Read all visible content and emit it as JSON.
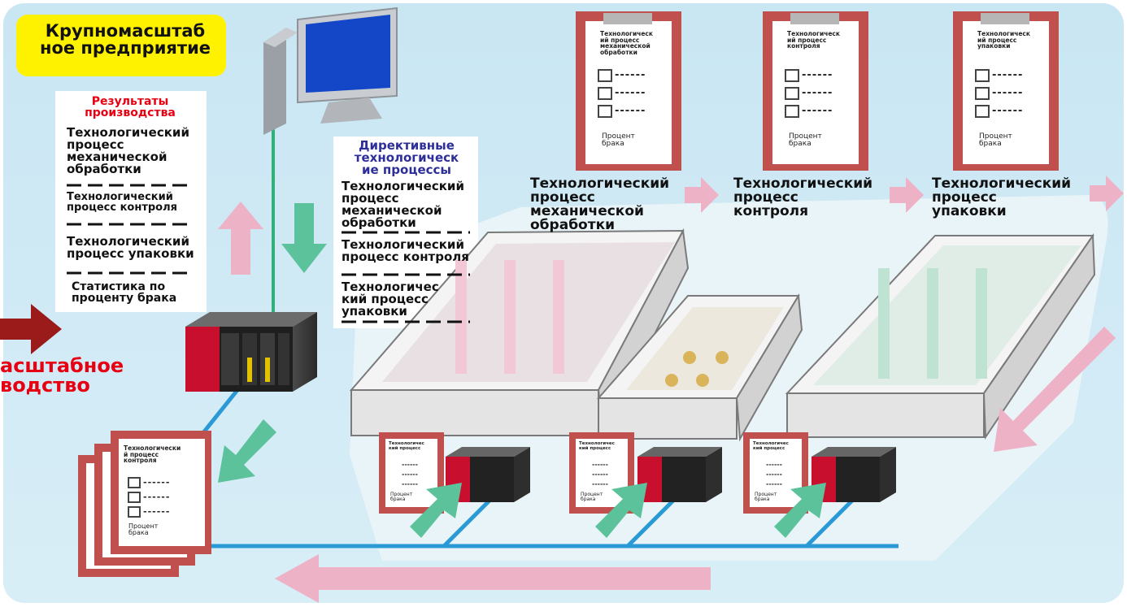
{
  "title": "Крупномасштаб\nное предприятие",
  "production_label": "асштабное\nводство",
  "results_panel": {
    "header": "Результаты\nпроизводства",
    "items": [
      "Технологический\nпроцесс\nмеханической\nобработки",
      "Технологический\nпроцесс контроля",
      "Технологический\nпроцесс упаковки",
      "Статистика по\nпроценту брака"
    ]
  },
  "directive_panel": {
    "header": "Директивные\nтехнологическ\nие процессы",
    "items": [
      "Технологический\nпроцесс\nмеханической\nобработки",
      "Технологический\nпроцесс контроля",
      "Технологичес\nкий процесс\nупаковки"
    ]
  },
  "process_labels": [
    "Технологический\nпроцесс\nмеханической\nобработки",
    "Технологический\nпроцесс\nконтроля",
    "Технологический\nпроцесс\nупаковки"
  ],
  "sheet_titles_top": [
    "Технологическ\nий процесс\nмеханической\nобработки",
    "Технологическ\nий процесс\nконтроля",
    "Технологическ\nий процесс\nупаковки"
  ],
  "sheet_left_title": "Технологически\nй процесс\nконтроля",
  "sheet_small_title": "Технологичес\nкий процесс",
  "sheet_dashes": "------",
  "sheet_defect": "Процент\nбрака",
  "colors": {
    "background": "#cfe8f2",
    "title_bg": "#fff200",
    "accent_red": "#e60012",
    "accent_blue": "#2e2e9a",
    "arrow_pink": "#eeb2c6",
    "arrow_green": "#5cc29b",
    "arrow_darkred": "#9b1b1b",
    "network_blue": "#2a9ad6",
    "network_green": "#33b07a",
    "sheet_border": "#c0504d"
  },
  "icons": [
    "computer-icon",
    "plc-controller-icon",
    "checklist-sheet-icon",
    "machine-unit-icon",
    "arrow-icon"
  ]
}
